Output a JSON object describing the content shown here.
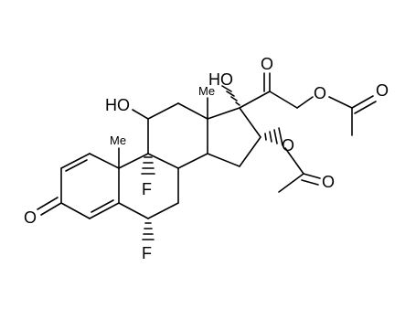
{
  "molecule": {
    "atoms": {
      "o_ketone": "O",
      "f_6": "F",
      "f_9": "F",
      "me_10": "Me",
      "oh_11": "HO",
      "oh_17": "HO",
      "me_13": "Me",
      "o_20": "O",
      "o_21": "O",
      "o_21_acyl": "O",
      "o_16": "O",
      "o_16_acyl": "O"
    }
  }
}
